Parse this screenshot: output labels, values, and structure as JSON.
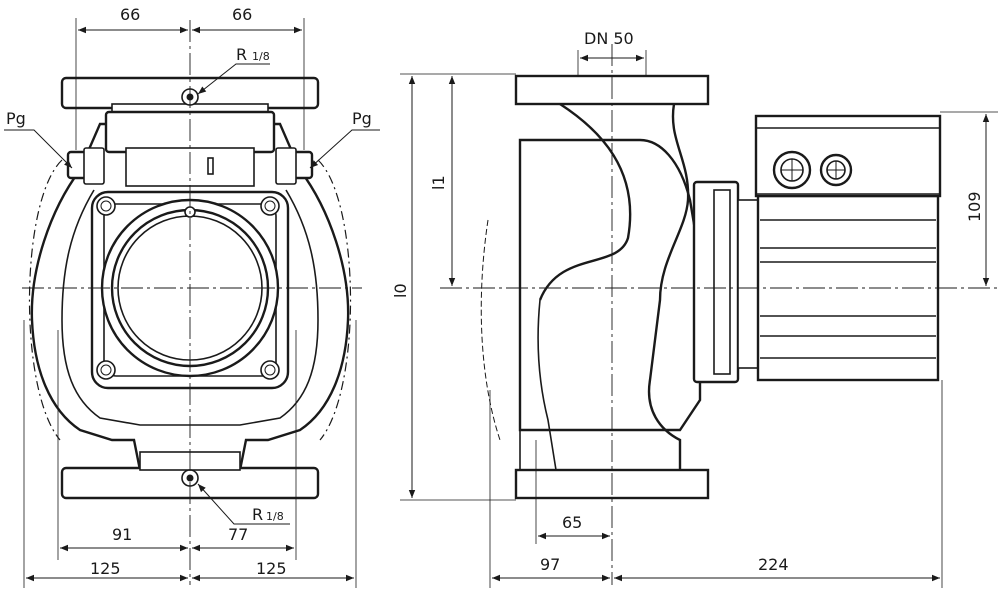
{
  "labels": {
    "front_top_left": "66",
    "front_top_right": "66",
    "thread_top": "R",
    "thread_top_frac": "1/8",
    "pg_left": "Pg",
    "pg_right": "Pg",
    "thread_bottom": "R",
    "thread_bottom_frac": "1/8",
    "front_91": "91",
    "front_77": "77",
    "front_125_left": "125",
    "front_125_right": "125",
    "dn": "DN 50",
    "l0": "l0",
    "l1": "l1",
    "side_65": "65",
    "side_97": "97",
    "side_224": "224",
    "side_109": "109"
  }
}
